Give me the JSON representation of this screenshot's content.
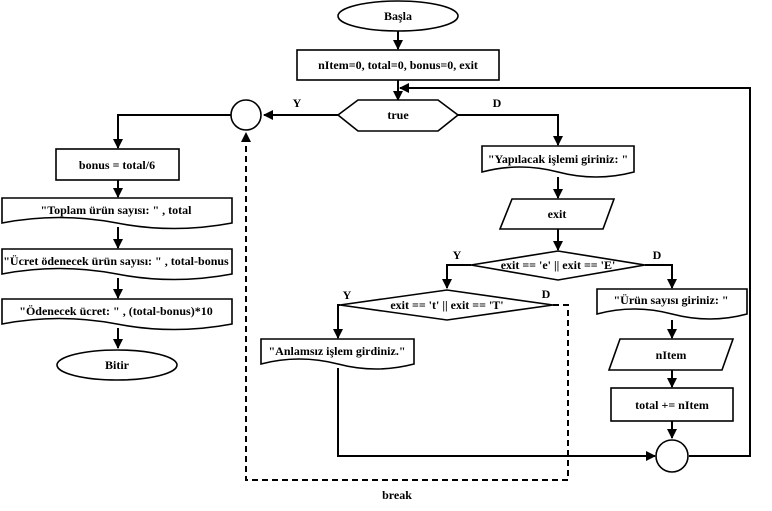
{
  "nodes": {
    "start": "Başla",
    "init": "nItem=0, total=0, bonus=0, exit",
    "loop_cond": "true",
    "bonus_calc": "bonus = total/6",
    "out_total": "\"Toplam ürün sayısı: \" , total",
    "out_paid_count": "\"Ücret ödenecek ürün sayısı: \" , total-bonus",
    "out_price": "\"Ödenecek ücret: \" , (total-bonus)*10",
    "end": "Bitir",
    "prompt_op": "\"Yapılacak işlemi giriniz: \"",
    "input_exit": "exit",
    "cond_e": "exit == 'e' || exit == 'E'",
    "cond_t": "exit == 't' || exit == 'T'",
    "invalid_msg": "\"Anlamsız işlem girdiniz.\"",
    "prompt_count": "\"Ürün sayısı giriniz: \"",
    "input_nitem": "nItem",
    "accumulate": "total += nItem"
  },
  "edge_labels": {
    "loop_yes": "Y",
    "loop_no": "D",
    "e_yes": "Y",
    "e_no": "D",
    "t_yes": "Y",
    "t_no": "D",
    "break_label": "break"
  }
}
